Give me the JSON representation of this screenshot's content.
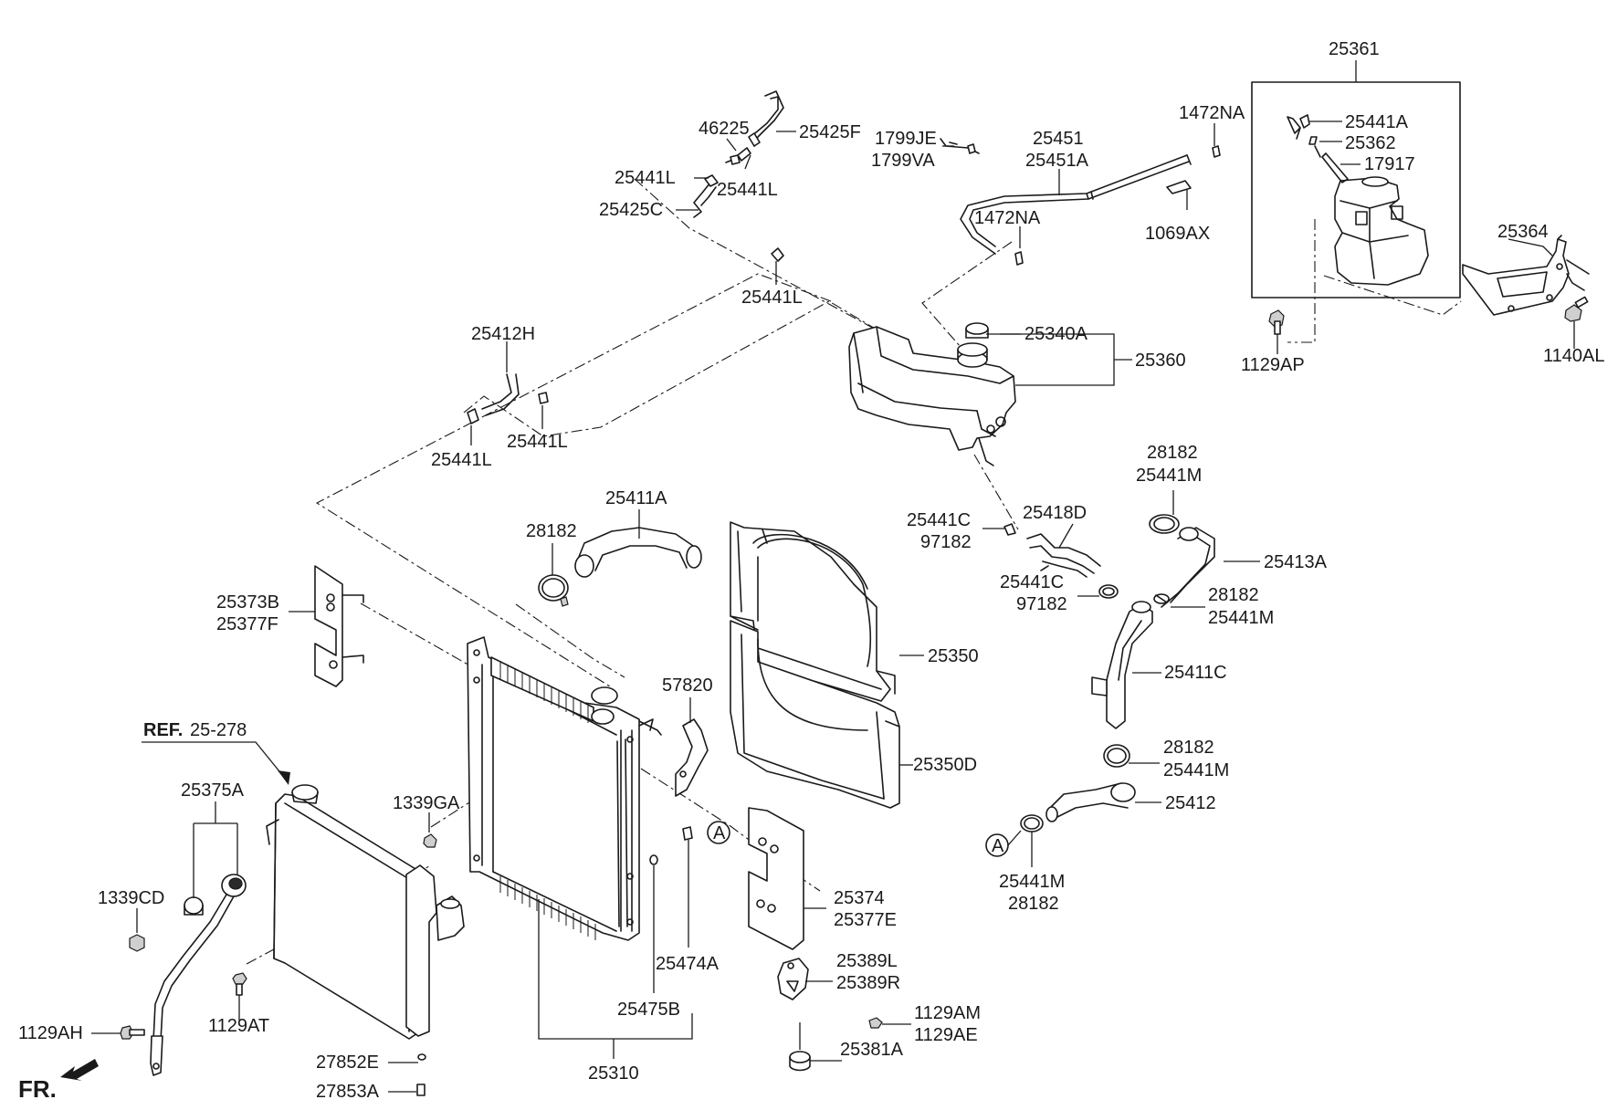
{
  "diagram": {
    "labels": {
      "p25361": "25361",
      "p1472na_top": "1472NA",
      "p25441a": "25441A",
      "p25362": "25362",
      "p17917": "17917",
      "p1799je": "1799JE",
      "p1799va": "1799VA",
      "p25451": "25451",
      "p25451a": "25451A",
      "p1472na_mid": "1472NA",
      "p1069ax": "1069AX",
      "p25364": "25364",
      "p1140al": "1140AL",
      "p1129ap": "1129AP",
      "p46225": "46225",
      "p25425f": "25425F",
      "p25441l_a": "25441L",
      "p25441l_b": "25441L",
      "p25425c": "25425C",
      "p25441l_c": "25441L",
      "p25412h": "25412H",
      "p25441l_d": "25441L",
      "p25441l_e": "25441L",
      "p25340a": "25340A",
      "p25360": "25360",
      "p28182_a": "28182",
      "p25441m_a": "25441M",
      "p25441c_a": "25441C",
      "p97182_a": "97182",
      "p25418d": "25418D",
      "p25413a": "25413A",
      "p25441c_b": "25441C",
      "p97182_b": "97182",
      "p28182_b": "28182",
      "p25441m_b": "25441M",
      "p25411c": "25411C",
      "p28182_c": "28182",
      "p25441m_c": "25441M",
      "p25412": "25412",
      "p25441m_d": "25441M",
      "p28182_d": "28182",
      "p25411a": "25411A",
      "p28182_e": "28182",
      "p25373b": "25373B",
      "p25377f": "25377F",
      "p25350": "25350",
      "p25350d": "25350D",
      "p57820": "57820",
      "ref_bold": "REF.",
      "ref_num": "25-278",
      "p25375a": "25375A",
      "p1339ga": "1339GA",
      "p1339cd": "1339CD",
      "p25374": "25374",
      "p25377e": "25377E",
      "p25474a": "25474A",
      "p25475b": "25475B",
      "p25389l": "25389L",
      "p25389r": "25389R",
      "p1129am": "1129AM",
      "p1129ae": "1129AE",
      "p25381a": "25381A",
      "p25310": "25310",
      "p1129at": "1129AT",
      "p1129ah": "1129AH",
      "p27852e": "27852E",
      "p27853a": "27853A",
      "fr": "FR.",
      "circle_a": "A"
    }
  }
}
